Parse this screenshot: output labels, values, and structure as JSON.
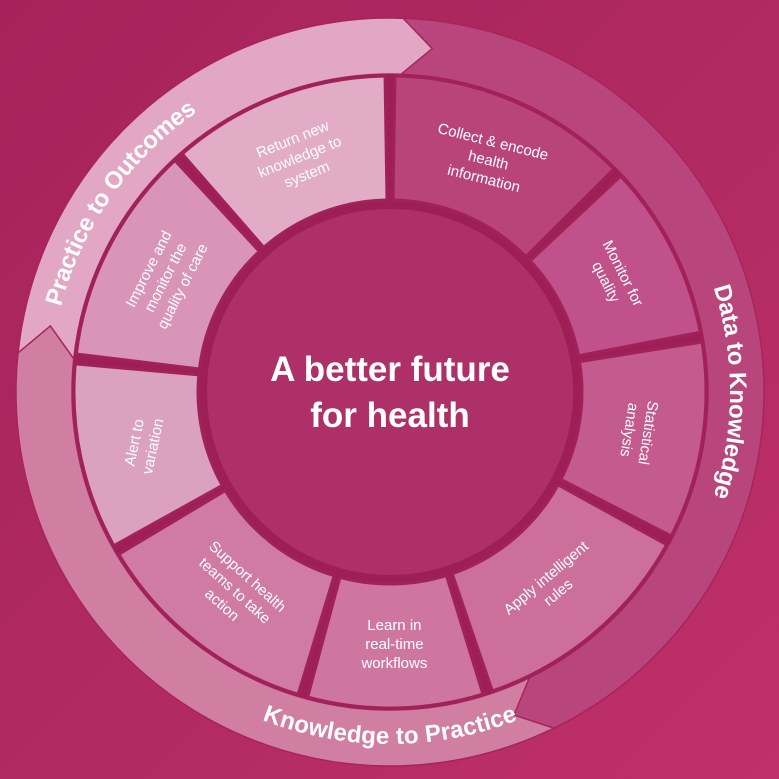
{
  "center": {
    "lines": [
      "A better future",
      "for health"
    ]
  },
  "phases": [
    {
      "id": "data-to-knowledge",
      "label": "Data to Knowledge",
      "color": "#b8467c"
    },
    {
      "id": "knowledge-to-practice",
      "label": "Knowledge to Practice",
      "color": "#d17ea3"
    },
    {
      "id": "practice-to-outcomes",
      "label": "Practice to Outcomes",
      "color": "#e1a7c4"
    }
  ],
  "segments": [
    {
      "id": "collect",
      "lines": [
        "Collect & encode",
        "health",
        "information"
      ],
      "color": "#b94479"
    },
    {
      "id": "monitor",
      "lines": [
        "Monitor for",
        "quality"
      ],
      "color": "#c0518a"
    },
    {
      "id": "statistical",
      "lines": [
        "Statistical",
        "analysis"
      ],
      "color": "#c45b8e"
    },
    {
      "id": "apply",
      "lines": [
        "Apply intelligent",
        "rules"
      ],
      "color": "#cd6f9b"
    },
    {
      "id": "learn",
      "lines": [
        "Learn in",
        "real-time",
        "workflows"
      ],
      "color": "#cf76a0"
    },
    {
      "id": "support",
      "lines": [
        "Support health",
        "teams to take",
        "action"
      ],
      "color": "#d07ba4"
    },
    {
      "id": "alert",
      "lines": [
        "Alert to",
        "variation"
      ],
      "color": "#dba2bf"
    },
    {
      "id": "improve",
      "lines": [
        "Improve and",
        "monitor the",
        "quality of care"
      ],
      "color": "#d995b8"
    },
    {
      "id": "return",
      "lines": [
        "Return new",
        "knowledge to",
        "system"
      ],
      "color": "#e2acc7"
    }
  ]
}
